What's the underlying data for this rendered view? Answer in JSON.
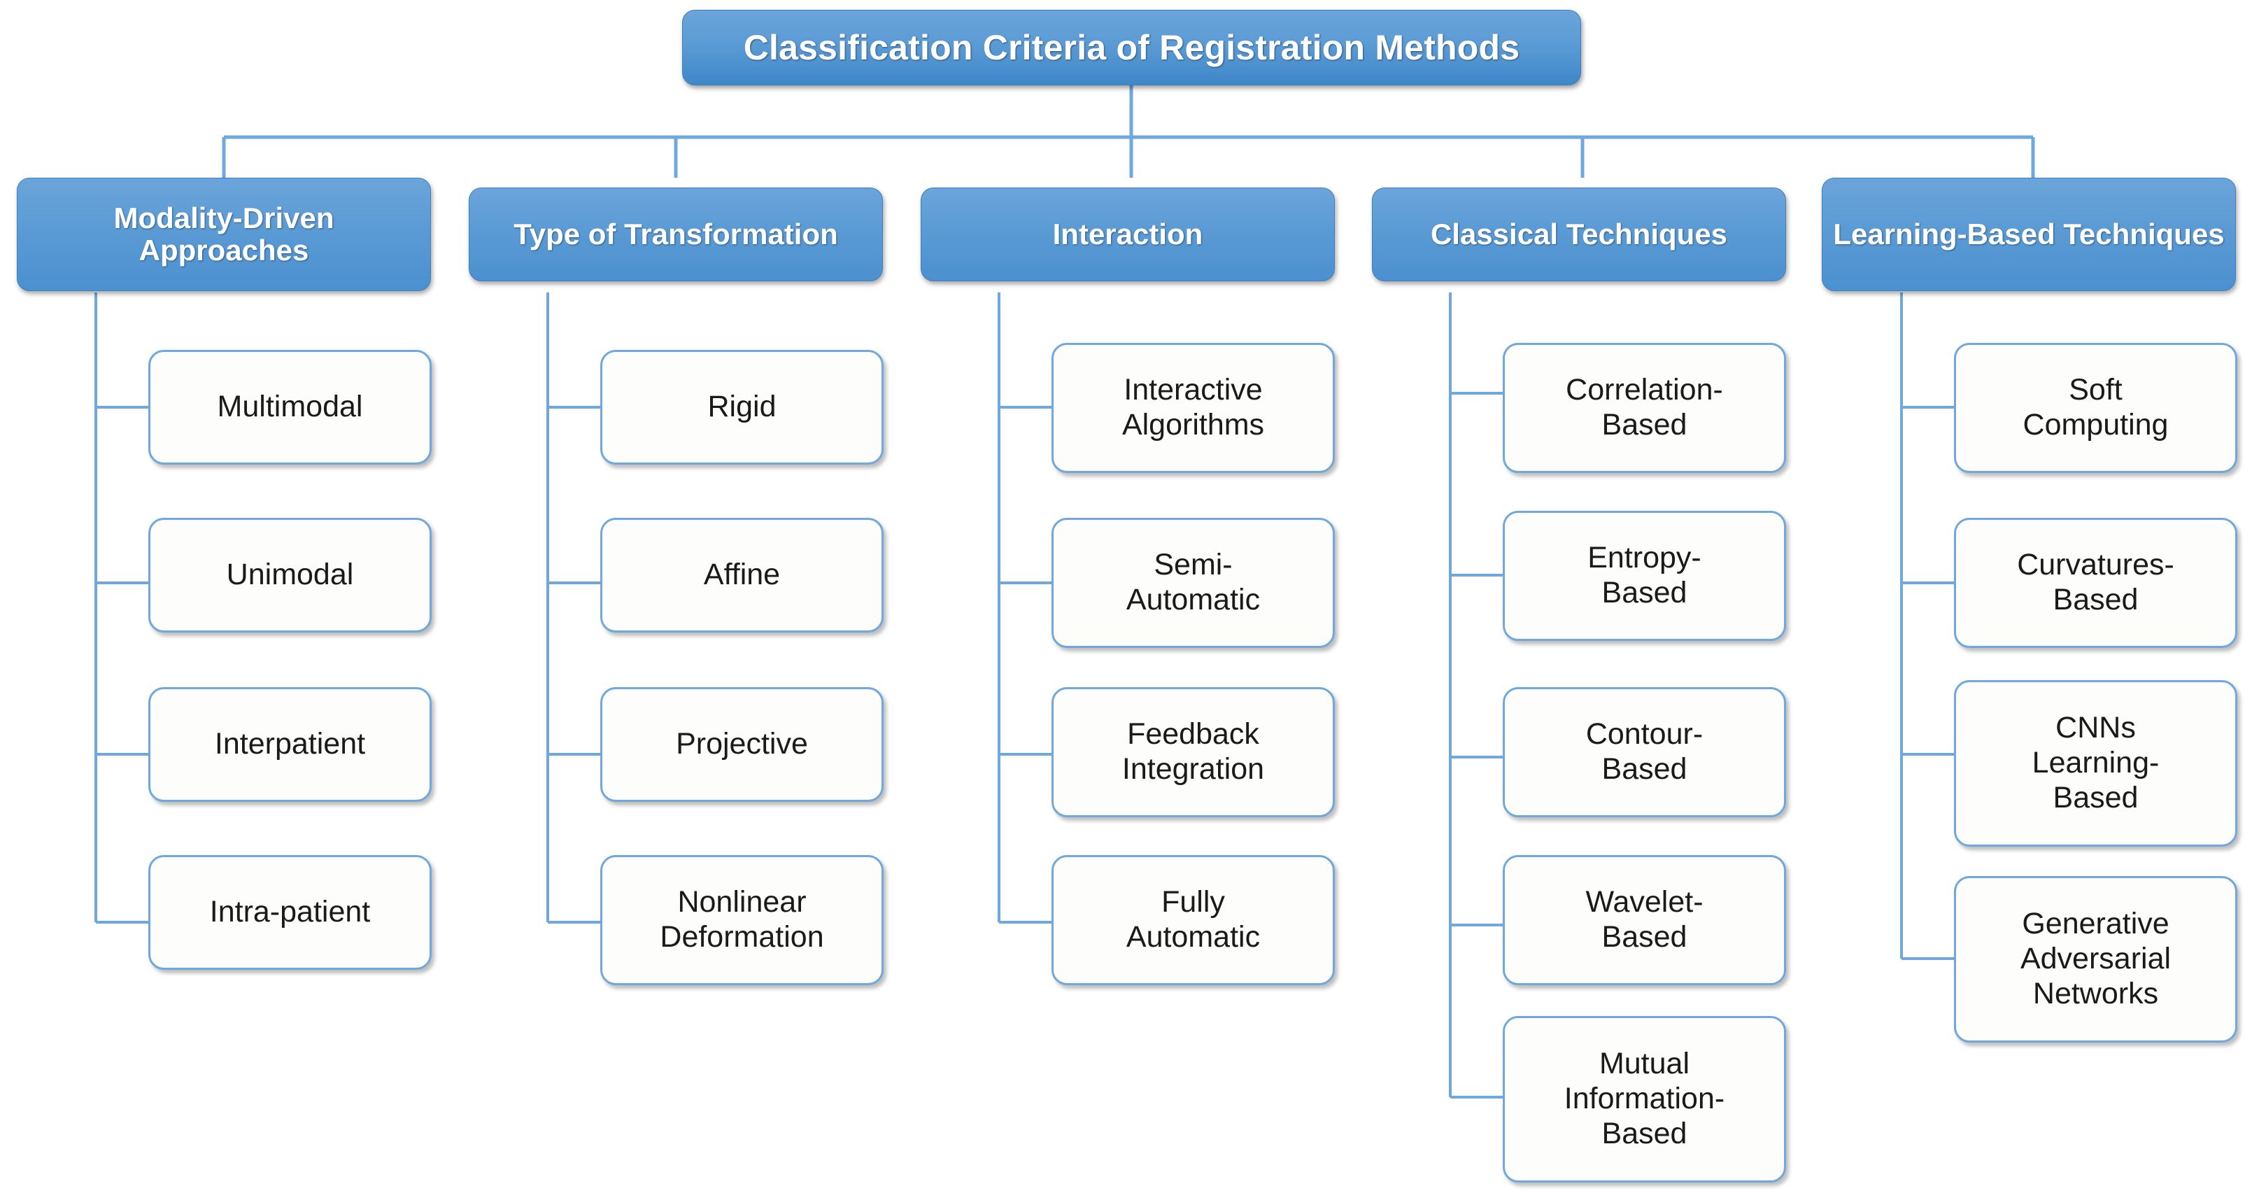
{
  "diagram": {
    "title": "Classification Criteria of Registration Methods",
    "type": "tree",
    "colors": {
      "node_fill_blue": "#5B9BD5",
      "node_border_blue": "#3F7FBF",
      "leaf_fill": "#FDFDFC",
      "leaf_border": "#6FA8DC",
      "connector": "#6FA8DC",
      "root_text": "#FFFFFF",
      "leaf_text": "#1A1A1A",
      "background": "#FFFFFF"
    },
    "root": {
      "label": "Classification Criteria of Registration Methods"
    },
    "branches": [
      {
        "label": "Modality-Driven Approaches",
        "children": [
          {
            "label": "Multimodal"
          },
          {
            "label": "Unimodal"
          },
          {
            "label": "Interpatient"
          },
          {
            "label": "Intra-patient"
          }
        ]
      },
      {
        "label": "Type of Transformation",
        "children": [
          {
            "label": "Rigid"
          },
          {
            "label": "Affine"
          },
          {
            "label": "Projective"
          },
          {
            "label": "Nonlinear\nDeformation"
          }
        ]
      },
      {
        "label": "Interaction",
        "children": [
          {
            "label": "Interactive\nAlgorithms"
          },
          {
            "label": "Semi-\nAutomatic"
          },
          {
            "label": "Feedback\nIntegration"
          },
          {
            "label": "Fully\nAutomatic"
          }
        ]
      },
      {
        "label": "Classical Techniques",
        "children": [
          {
            "label": "Correlation-\nBased"
          },
          {
            "label": "Entropy-\nBased"
          },
          {
            "label": "Contour-\nBased"
          },
          {
            "label": "Wavelet-\nBased"
          },
          {
            "label": "Mutual\nInformation-\nBased"
          }
        ]
      },
      {
        "label": "Learning-Based Techniques",
        "children": [
          {
            "label": "Soft\nComputing"
          },
          {
            "label": "Curvatures-\nBased"
          },
          {
            "label": "CNNs\nLearning-\nBased"
          },
          {
            "label": "Generative\nAdversarial\nNetworks"
          }
        ]
      }
    ]
  }
}
